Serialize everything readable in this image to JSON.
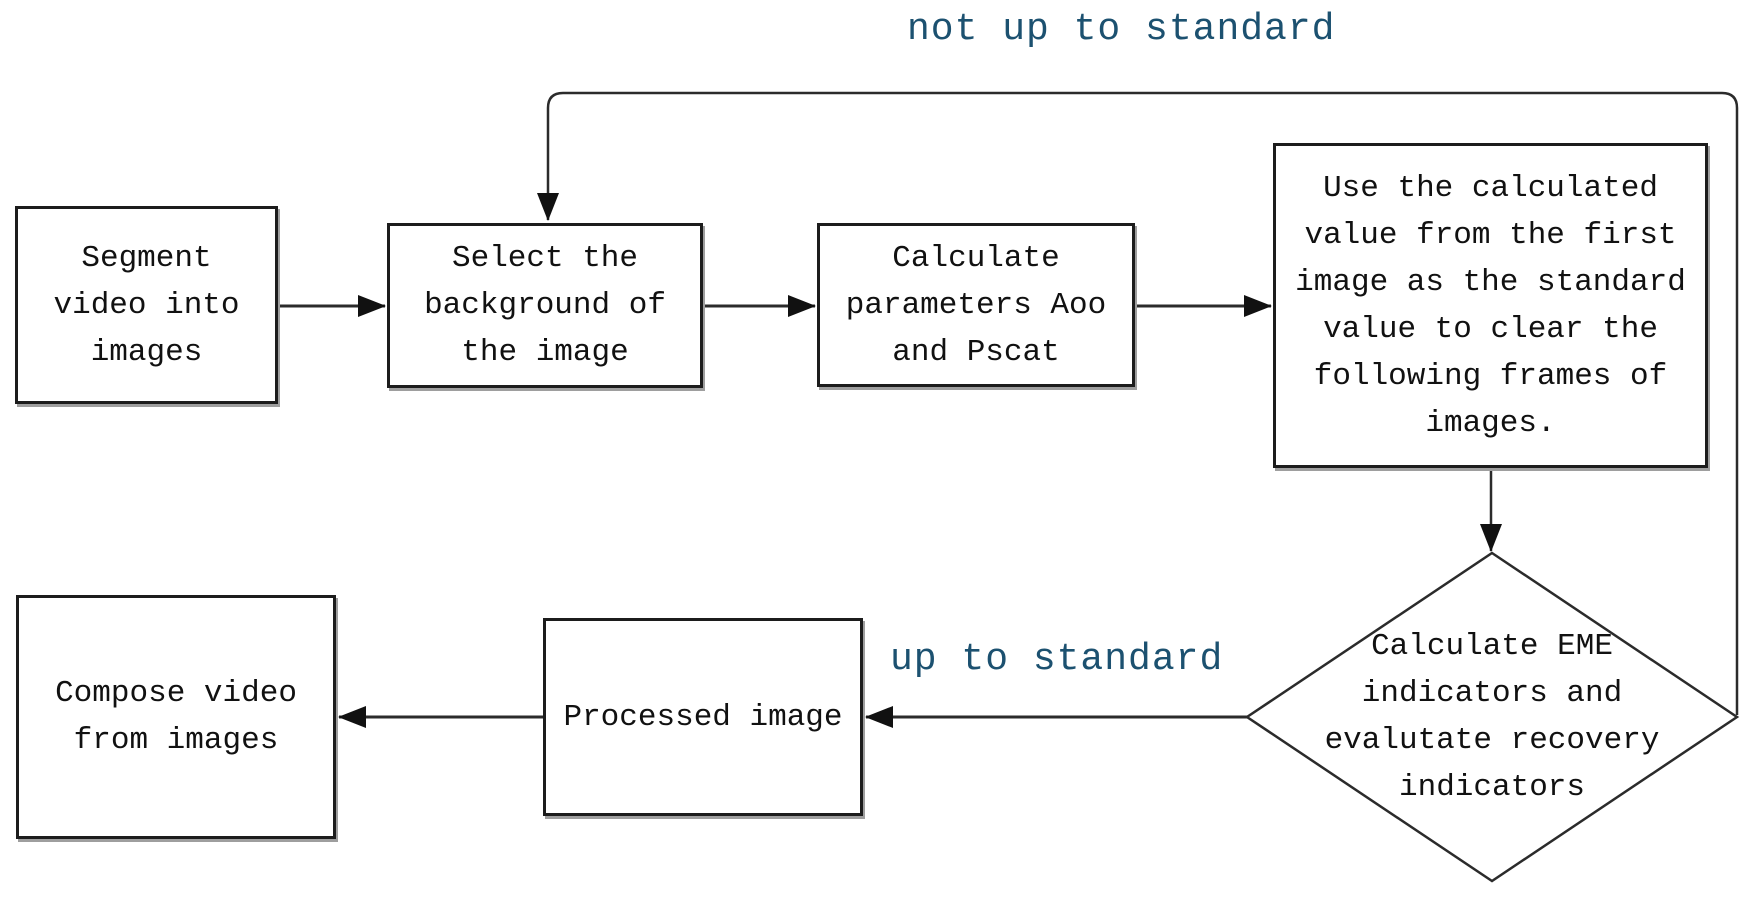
{
  "diagram": {
    "type": "flowchart",
    "description_visible_text_only": true
  },
  "nodes": [
    {
      "id": "segment",
      "shape": "rect",
      "label": "Segment video into images"
    },
    {
      "id": "select",
      "shape": "rect",
      "label": "Select the background of the image"
    },
    {
      "id": "calc",
      "shape": "rect",
      "label": "Calculate parameters Aoo and Pscat"
    },
    {
      "id": "use",
      "shape": "rect",
      "label": "Use the calculated value from the first image as the standard value to clear the following frames of images."
    },
    {
      "id": "decision",
      "shape": "diamond",
      "label": "Calculate EME indicators and evalutate recovery indicators"
    },
    {
      "id": "processed",
      "shape": "rect",
      "label": "Processed image"
    },
    {
      "id": "compose",
      "shape": "rect",
      "label": "Compose video from images"
    }
  ],
  "edges": [
    {
      "from": "segment",
      "to": "select",
      "label": ""
    },
    {
      "from": "select",
      "to": "calc",
      "label": ""
    },
    {
      "from": "calc",
      "to": "use",
      "label": ""
    },
    {
      "from": "use",
      "to": "decision",
      "label": ""
    },
    {
      "from": "decision",
      "to": "processed",
      "label": "up to standard"
    },
    {
      "from": "processed",
      "to": "compose",
      "label": ""
    },
    {
      "from": "decision",
      "to": "select",
      "label": "not up to standard"
    }
  ],
  "labels": {
    "not_up_to_standard": "not up to standard",
    "up_to_standard": "up to standard"
  },
  "colors": {
    "background": "#ffffff",
    "line": "#2b2b2b",
    "node_border": "#1c1c1c",
    "node_text": "#111111",
    "edge_label": "#1c5170",
    "shadow": "#9e9e9e"
  }
}
